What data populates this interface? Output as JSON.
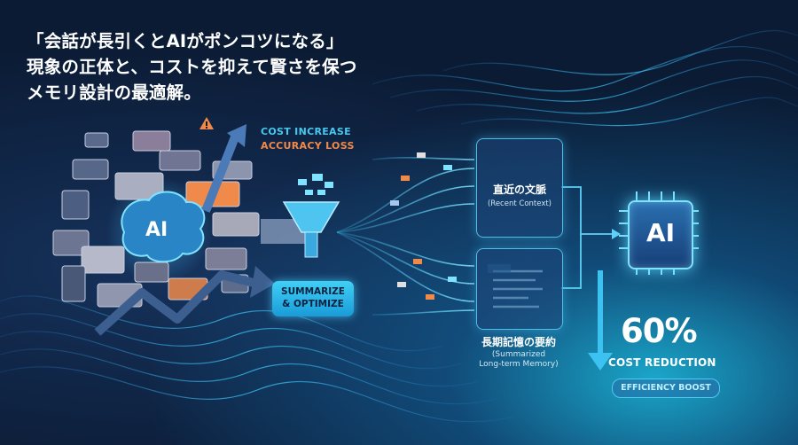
{
  "headline": {
    "line1": "「会話が長引くとAIがポンコツになる」",
    "line2": "現象の正体と、コストを抑えて賢さを保つ",
    "line3": "メモリ設計の最適解。"
  },
  "problem": {
    "brain_label": "AI",
    "cost_label": "COST INCREASE",
    "accuracy_label": "ACCURACY LOSS",
    "warning_icon": "warning-icon"
  },
  "process": {
    "line1": "SUMMARIZE",
    "line2": "& OPTIMIZE"
  },
  "memory": {
    "recent_title": "直近の文脈",
    "recent_sub": "(Recent Context)",
    "longterm_title": "長期記憶の要約",
    "longterm_sub1": "(Summarized",
    "longterm_sub2": "Long-term Memory)"
  },
  "result": {
    "chip_label": "AI",
    "percent": "60%",
    "cost_reduction": "COST REDUCTION",
    "efficiency": "EFFICIENCY BOOST"
  },
  "colors": {
    "accent_cyan": "#48c8ef",
    "accent_orange": "#f08a4a",
    "background": "#0b1b34"
  }
}
